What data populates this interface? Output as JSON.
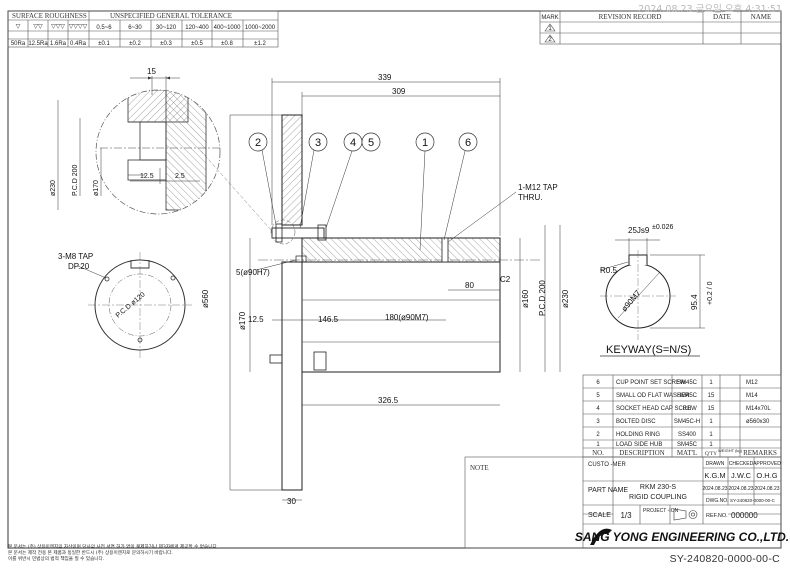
{
  "timestamp": "2024.08.23 금요일 오후 4:31:51",
  "surface": {
    "title": "SURFACE ROUGHNESS",
    "symbols": [
      "▽",
      "▽▽",
      "▽▽▽",
      "▽▽▽▽"
    ],
    "values": [
      "50Ra",
      "12.5Ra",
      "1.6Ra",
      "0.4Ra"
    ]
  },
  "tolerance": {
    "title": "UNSPECIFIED GENERAL TOLERANCE",
    "ranges": [
      "0.5~6",
      "6~30",
      "30~120",
      "120~400",
      "400~1000",
      "1000~2000"
    ],
    "values": [
      "±0.1",
      "±0.2",
      "±0.3",
      "±0.5",
      "±0.8",
      "±1.2"
    ]
  },
  "revision": {
    "headers": [
      "MARK",
      "REVISION RECORD",
      "DATE",
      "NAME"
    ],
    "marks": [
      "1",
      "2"
    ]
  },
  "dims": {
    "d339": "339",
    "d309": "309",
    "d15": "15",
    "d230a": "ø230",
    "pcd200a": "P.C.D 200",
    "d170a": "ø170",
    "d125a": "12.5",
    "d25": "2.5",
    "tap1": "1-M12 TAP",
    "tap1b": "THRU.",
    "tap3": "3-M8 TAP",
    "tap3b": "DP.20",
    "pcd120": "P.C.D ø120",
    "d5": "5(ø90H7)",
    "d560": "ø560",
    "d170b": "ø170",
    "d125b": "12.5",
    "d1465": "146.5",
    "d180": "180(ø90M7)",
    "d80": "80",
    "c2": "C2",
    "d160": "ø160",
    "pcd200b": "P.C.D 200",
    "d230b": "ø230",
    "d3265": "326.5",
    "d30": "30",
    "key25": "25Js9",
    "keytol": "±0.026",
    "r05": "R0.5",
    "d90m7": "ø90M7",
    "d954": "95.4",
    "d954tol": "+0.2 / 0",
    "keyway": "KEYWAY(S=N/S)"
  },
  "balloons": [
    "2",
    "3",
    "4",
    "5",
    "1",
    "6"
  ],
  "bom": {
    "rows": [
      {
        "no": "6",
        "desc": "CUP POINT SET SCREW",
        "mat": "SM45C",
        "qty": "1",
        "rem": "M12"
      },
      {
        "no": "5",
        "desc": "SMALL OD FLAT WASHER",
        "mat": "SM45C",
        "qty": "15",
        "rem": "M14"
      },
      {
        "no": "4",
        "desc": "SOCKET HEAD CAP SCREW",
        "mat": "8.8",
        "qty": "15",
        "rem": "M14x70L"
      },
      {
        "no": "3",
        "desc": "BOLTED DISC",
        "mat": "SM45C-H",
        "qty": "1",
        "rem": "ø560x30"
      },
      {
        "no": "2",
        "desc": "HOLDING RING",
        "mat": "SS400",
        "qty": "1",
        "rem": ""
      },
      {
        "no": "1",
        "desc": "LOAD SIDE HUB",
        "mat": "SM45C",
        "qty": "1",
        "rem": ""
      }
    ],
    "headers": {
      "no": "NO.",
      "desc": "DESCRIPTION",
      "mat": "MAT'L",
      "qty": "Q'TY",
      "weight": "WEIGHT (kg)",
      "rem": "REMARKS"
    }
  },
  "note": "NOTE",
  "title_block": {
    "customer": "CUSTO -MER",
    "drawn": "DRAWN",
    "checked": "CHECKED",
    "approved": "APPROVED",
    "drawn_by": "K.G.M",
    "checked_by": "J.W.C",
    "approved_by": "O.H.G",
    "part_label": "PART NAME",
    "part_name1": "RKM 230-S",
    "part_name2": "RIGID COUPLING",
    "date1": "2024.08.23",
    "date2": "2024.08.23",
    "date3": "2024.08.23",
    "dwg_label": "DWG.NO.",
    "dwg_no": "SY-240820-0000-00-C",
    "scale_label": "SCALE",
    "scale": "1/3",
    "projection_label": "PROJECT -ION",
    "ref_label": "REF.NO.",
    "ref_no": "000000",
    "company": "SANG YONG ENGINEERING CO.,LTD."
  },
  "footer_notes": [
    "본 문서는 (주) 상용이엔지의 자산이며 당사의 사전 서면 허가 없이 복제하거나 제3자에게 제공할 수 없습니다.",
    "본 문서는 제작 전용 본 제품과 동일한 반드시 (주) 상용이엔지로 문의하시기 바랍니다.",
    "이를 위반시 민법상의 법적 책임을 질 수 있습니다."
  ],
  "dwg_number_bottom": "SY-240820-0000-00-C"
}
